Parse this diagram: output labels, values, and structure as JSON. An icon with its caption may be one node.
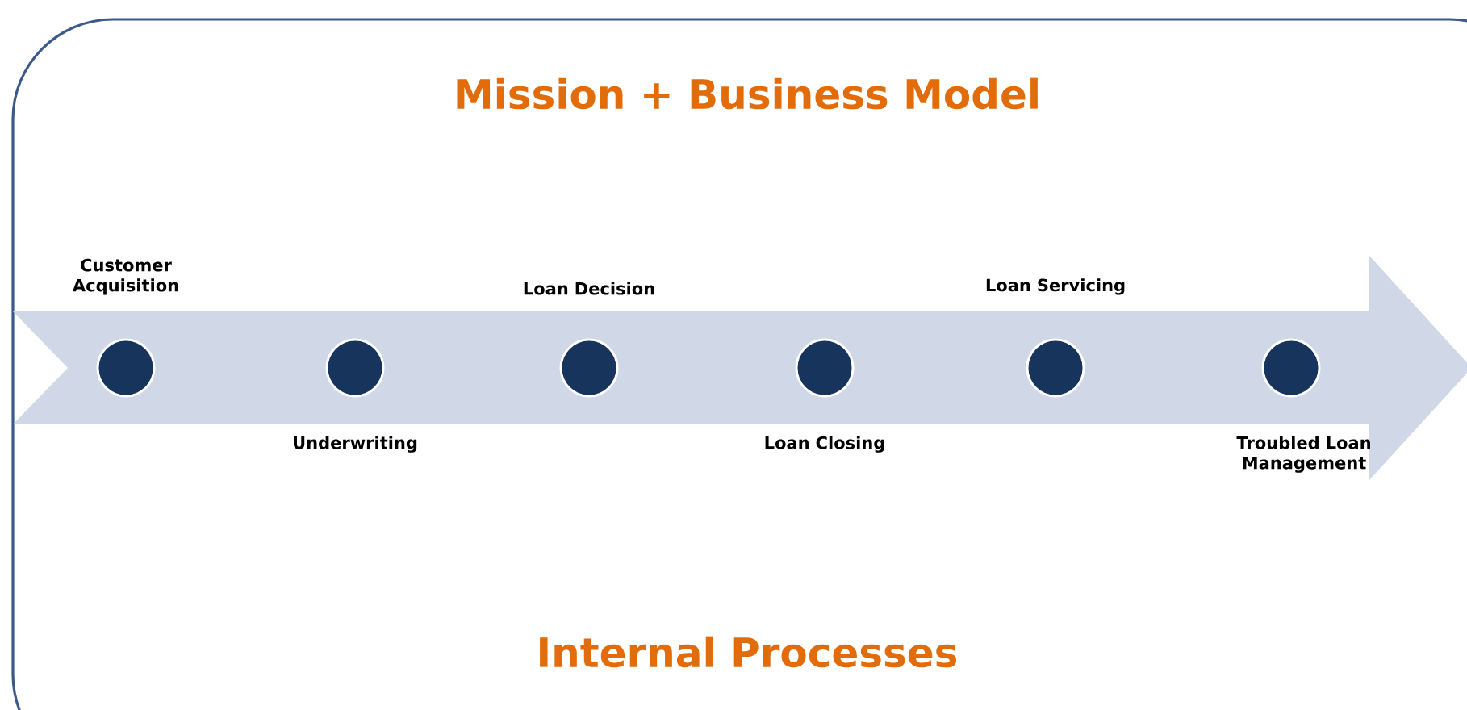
{
  "diagram": {
    "title": "Mission + Business Model",
    "caption": "Internal Processes",
    "nodes": [
      {
        "text": [],
        "shape": "circle",
        "beside": [
          "Customer Acquisition"
        ]
      },
      {
        "text": [],
        "shape": "circle",
        "beside": [
          "Underwriting"
        ]
      },
      {
        "text": [],
        "shape": "circle",
        "beside": [
          "Loan Decision"
        ]
      },
      {
        "text": [],
        "shape": "circle",
        "beside": [
          "Loan Closing"
        ]
      },
      {
        "text": [],
        "shape": "circle",
        "beside": [
          "Loan Servicing"
        ]
      },
      {
        "text": [],
        "shape": "circle",
        "beside": [
          "Troubled Loan Management"
        ]
      }
    ]
  }
}
